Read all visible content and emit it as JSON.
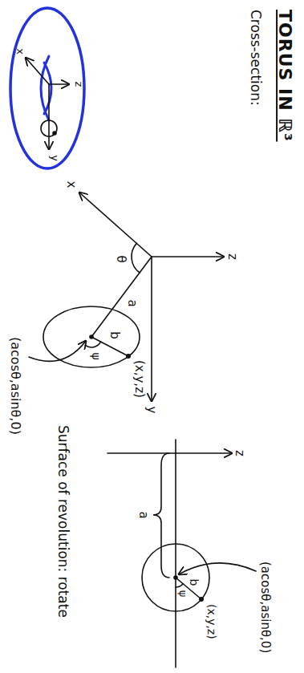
{
  "diagram": {
    "title": "TORUS IN ℝ³",
    "labels": [
      "Cross-section:",
      "z",
      "y",
      "x",
      "z",
      "y",
      "x",
      "θ",
      "a",
      "b",
      "(x,y,z)",
      "ψ",
      "(acosθ,asinθ,0)",
      "z",
      "(x,y,z)",
      "b",
      "ψ",
      "a",
      "(acosθ,asinθ,0)",
      "Surface of revolution: rotate"
    ]
  }
}
